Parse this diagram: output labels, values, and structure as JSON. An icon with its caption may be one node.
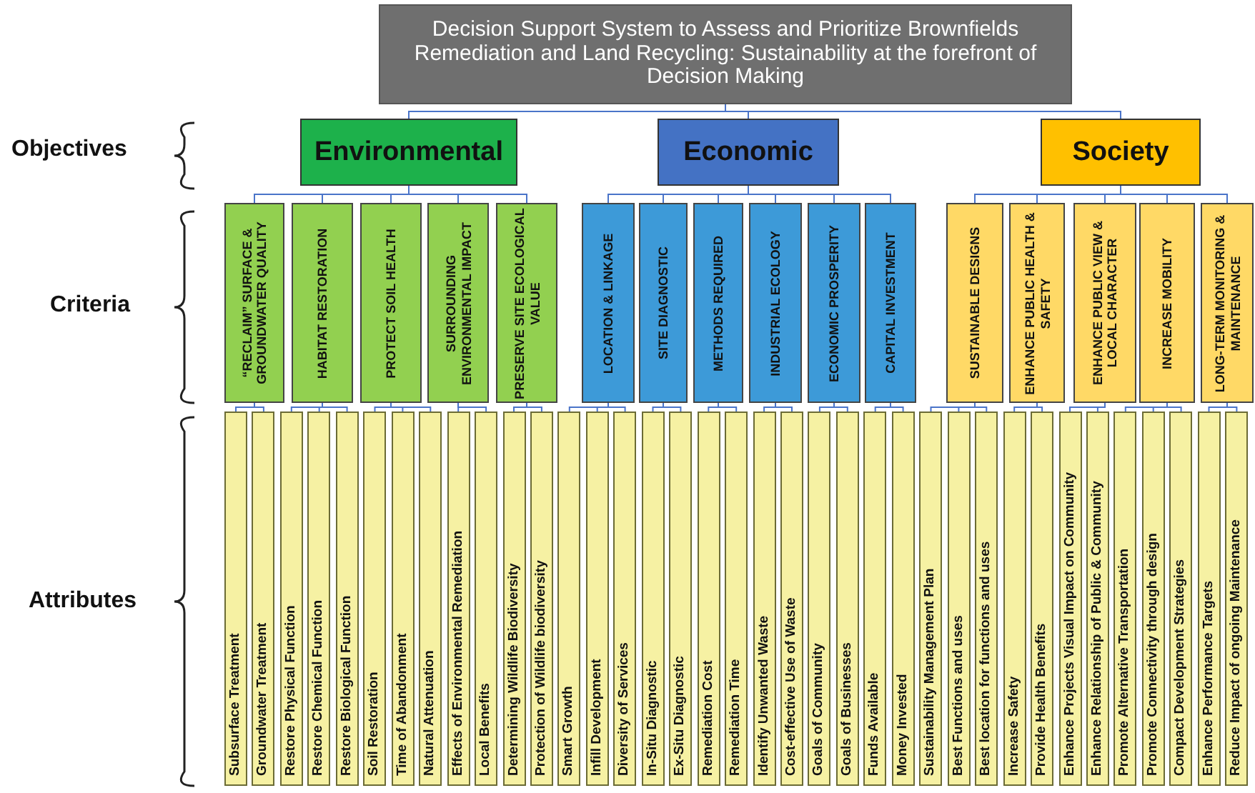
{
  "diagram": {
    "nodes": [
      {
        "text": [
          "Decision Support System to Assess and Prioritize Brownfields Remediation and Land Recycling: Sustainability at the forefront of Decision Making"
        ]
      },
      {
        "text": [
          "Environmental"
        ]
      },
      {
        "text": [
          "Economic"
        ]
      },
      {
        "text": [
          "Society"
        ]
      },
      {
        "text": [
          "“RECLAIM” SURFACE & GROUNDWATER QUALITY"
        ]
      },
      {
        "text": [
          "HABITAT RESTORATION"
        ]
      },
      {
        "text": [
          "PROTECT SOIL HEALTH"
        ]
      },
      {
        "text": [
          "SURROUNDING ENVIRONMENTAL IMPACT"
        ]
      },
      {
        "text": [
          "PRESERVE SITE ECOLOGICAL VALUE"
        ]
      },
      {
        "text": [
          "LOCATION & LINKAGE"
        ]
      },
      {
        "text": [
          "SITE DIAGNOSTIC"
        ]
      },
      {
        "text": [
          "METHODS REQUIRED"
        ]
      },
      {
        "text": [
          "INDUSTRIAL ECOLOGY"
        ]
      },
      {
        "text": [
          "ECONOMIC PROSPERITY"
        ]
      },
      {
        "text": [
          "CAPITAL INVESTMENT"
        ]
      },
      {
        "text": [
          "SUSTAINABLE DESIGNS"
        ]
      },
      {
        "text": [
          "ENHANCE PUBLIC HEALTH & SAFETY"
        ]
      },
      {
        "text": [
          "ENHANCE PUBLIC VIEW & LOCAL CHARACTER"
        ]
      },
      {
        "text": [
          "INCREASE MOBILITY"
        ]
      },
      {
        "text": [
          "LONG-TERM MONITORING & MAINTENANCE"
        ]
      },
      {
        "text": [
          "Subsurface Treatment"
        ]
      },
      {
        "text": [
          "Groundwater Treatment"
        ]
      },
      {
        "text": [
          "Restore Physical Function"
        ]
      },
      {
        "text": [
          "Restore Chemical Function"
        ]
      },
      {
        "text": [
          "Restore Biological Function"
        ]
      },
      {
        "text": [
          "Soil Restoration"
        ]
      },
      {
        "text": [
          "Time of Abandonment"
        ]
      },
      {
        "text": [
          "Natural Attenuation"
        ]
      },
      {
        "text": [
          "Effects of Environmental Remediation"
        ]
      },
      {
        "text": [
          "Local Benefits"
        ]
      },
      {
        "text": [
          "Determining Wildlife Biodiversity"
        ]
      },
      {
        "text": [
          "Protection of Wildlife biodiversity"
        ]
      },
      {
        "text": [
          "Smart Growth"
        ]
      },
      {
        "text": [
          "Infill Development"
        ]
      },
      {
        "text": [
          "Diversity of Services"
        ]
      },
      {
        "text": [
          "In-Situ Diagnostic"
        ]
      },
      {
        "text": [
          "Ex-Situ Diagnostic"
        ]
      },
      {
        "text": [
          "Remediation Cost"
        ]
      },
      {
        "text": [
          "Remediation Time"
        ]
      },
      {
        "text": [
          "Identify Unwanted Waste"
        ]
      },
      {
        "text": [
          "Cost-effective Use of Waste"
        ]
      },
      {
        "text": [
          "Goals of Community"
        ]
      },
      {
        "text": [
          "Goals of Businesses"
        ]
      },
      {
        "text": [
          "Funds Available"
        ]
      },
      {
        "text": [
          "Money Invested"
        ]
      },
      {
        "text": [
          "Sustainability Management Plan"
        ]
      },
      {
        "text": [
          "Best Functions and uses"
        ]
      },
      {
        "text": [
          "Best location for functions and uses"
        ]
      },
      {
        "text": [
          "Increase Safety"
        ]
      },
      {
        "text": [
          "Provide Health Benefits"
        ]
      },
      {
        "text": [
          "Enhance Projects Visual Impact on Community"
        ]
      },
      {
        "text": [
          "Enhance Relationship of Public & Community"
        ]
      },
      {
        "text": [
          "Promote Alternative Transportation"
        ]
      },
      {
        "text": [
          "Promote Connectivity through design"
        ]
      },
      {
        "text": [
          "Compact Development Strategies"
        ]
      },
      {
        "text": [
          "Enhance Performance Targets"
        ]
      },
      {
        "text": [
          "Reduce Impact of ongoing Maintenance"
        ]
      }
    ],
    "edges": [
      {
        "from": 0,
        "to": 1,
        "arrow": "none"
      },
      {
        "from": 0,
        "to": 2,
        "arrow": "none"
      },
      {
        "from": 0,
        "to": 3,
        "arrow": "none"
      },
      {
        "from": 1,
        "to": 4,
        "arrow": "none"
      },
      {
        "from": 1,
        "to": 5,
        "arrow": "none"
      },
      {
        "from": 1,
        "to": 6,
        "arrow": "none"
      },
      {
        "from": 1,
        "to": 7,
        "arrow": "none"
      },
      {
        "from": 1,
        "to": 8,
        "arrow": "none"
      },
      {
        "from": 2,
        "to": 9,
        "arrow": "none"
      },
      {
        "from": 2,
        "to": 10,
        "arrow": "none"
      },
      {
        "from": 2,
        "to": 11,
        "arrow": "none"
      },
      {
        "from": 2,
        "to": 12,
        "arrow": "none"
      },
      {
        "from": 2,
        "to": 13,
        "arrow": "none"
      },
      {
        "from": 2,
        "to": 14,
        "arrow": "none"
      },
      {
        "from": 3,
        "to": 15,
        "arrow": "none"
      },
      {
        "from": 3,
        "to": 16,
        "arrow": "none"
      },
      {
        "from": 3,
        "to": 17,
        "arrow": "none"
      },
      {
        "from": 3,
        "to": 18,
        "arrow": "none"
      },
      {
        "from": 3,
        "to": 19,
        "arrow": "none"
      },
      {
        "from": 4,
        "to": 20,
        "arrow": "none"
      },
      {
        "from": 4,
        "to": 21,
        "arrow": "none"
      },
      {
        "from": 5,
        "to": 22,
        "arrow": "none"
      },
      {
        "from": 5,
        "to": 23,
        "arrow": "none"
      },
      {
        "from": 5,
        "to": 24,
        "arrow": "none"
      },
      {
        "from": 6,
        "to": 25,
        "arrow": "none"
      },
      {
        "from": 6,
        "to": 26,
        "arrow": "none"
      },
      {
        "from": 6,
        "to": 27,
        "arrow": "none"
      },
      {
        "from": 7,
        "to": 28,
        "arrow": "none"
      },
      {
        "from": 7,
        "to": 29,
        "arrow": "none"
      },
      {
        "from": 8,
        "to": 30,
        "arrow": "none"
      },
      {
        "from": 8,
        "to": 31,
        "arrow": "none"
      },
      {
        "from": 9,
        "to": 32,
        "arrow": "none"
      },
      {
        "from": 9,
        "to": 33,
        "arrow": "none"
      },
      {
        "from": 9,
        "to": 34,
        "arrow": "none"
      },
      {
        "from": 10,
        "to": 35,
        "arrow": "none"
      },
      {
        "from": 10,
        "to": 36,
        "arrow": "none"
      },
      {
        "from": 11,
        "to": 37,
        "arrow": "none"
      },
      {
        "from": 11,
        "to": 38,
        "arrow": "none"
      },
      {
        "from": 12,
        "to": 39,
        "arrow": "none"
      },
      {
        "from": 12,
        "to": 40,
        "arrow": "none"
      },
      {
        "from": 13,
        "to": 41,
        "arrow": "none"
      },
      {
        "from": 13,
        "to": 42,
        "arrow": "none"
      },
      {
        "from": 14,
        "to": 43,
        "arrow": "none"
      },
      {
        "from": 14,
        "to": 44,
        "arrow": "none"
      },
      {
        "from": 15,
        "to": 45,
        "arrow": "none"
      },
      {
        "from": 15,
        "to": 46,
        "arrow": "none"
      },
      {
        "from": 15,
        "to": 47,
        "arrow": "none"
      },
      {
        "from": 16,
        "to": 48,
        "arrow": "none"
      },
      {
        "from": 16,
        "to": 49,
        "arrow": "none"
      },
      {
        "from": 17,
        "to": 50,
        "arrow": "none"
      },
      {
        "from": 17,
        "to": 51,
        "arrow": "none"
      },
      {
        "from": 18,
        "to": 52,
        "arrow": "none"
      },
      {
        "from": 18,
        "to": 53,
        "arrow": "none"
      },
      {
        "from": 18,
        "to": 54,
        "arrow": "none"
      },
      {
        "from": 19,
        "to": 55,
        "arrow": "none"
      },
      {
        "from": 19,
        "to": 56,
        "arrow": "none"
      }
    ],
    "labels": [
      "Objectives",
      "Criteria",
      "Attributes"
    ]
  }
}
